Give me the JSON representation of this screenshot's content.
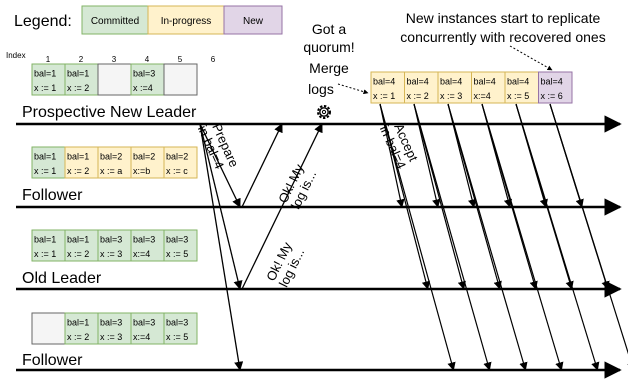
{
  "legend": {
    "title": "Legend:",
    "items": [
      {
        "label": "Committed",
        "fill": "#d5e8d4",
        "stroke": "#82b366"
      },
      {
        "label": "In-progress",
        "fill": "#fff2cc",
        "stroke": "#d6b656"
      },
      {
        "label": "New",
        "fill": "#e1d5e7",
        "stroke": "#9673a6"
      }
    ]
  },
  "index_header": {
    "label": "Index",
    "numbers": [
      "1",
      "2",
      "3",
      "4",
      "5",
      "6"
    ]
  },
  "rows": [
    {
      "label": "Prospective New Leader",
      "cells": [
        {
          "state": "committed",
          "bal": "bal=1",
          "val": "x := 1"
        },
        {
          "state": "committed",
          "bal": "bal=1",
          "val": "x := 2"
        },
        {
          "state": "empty",
          "bal": "",
          "val": ""
        },
        {
          "state": "committed",
          "bal": "bal=3",
          "val": "x :=4"
        },
        {
          "state": "empty",
          "bal": "",
          "val": ""
        }
      ]
    },
    {
      "label": "Follower",
      "cells": [
        {
          "state": "committed",
          "bal": "bal=1",
          "val": "x := 1"
        },
        {
          "state": "inprogress",
          "bal": "bal=1",
          "val": "x := 2"
        },
        {
          "state": "inprogress",
          "bal": "bal=2",
          "val": "x := a"
        },
        {
          "state": "inprogress",
          "bal": "bal=2",
          "val": "x:=b"
        },
        {
          "state": "inprogress",
          "bal": "bal=2",
          "val": "x := c"
        }
      ]
    },
    {
      "label": "Old Leader",
      "cells": [
        {
          "state": "committed",
          "bal": "bal=1",
          "val": "x := 1"
        },
        {
          "state": "committed",
          "bal": "bal=1",
          "val": "x := 2"
        },
        {
          "state": "committed",
          "bal": "bal=3",
          "val": "x := 3"
        },
        {
          "state": "committed",
          "bal": "bal=3",
          "val": "x:=4"
        },
        {
          "state": "committed",
          "bal": "bal=3",
          "val": "x := 5"
        }
      ]
    },
    {
      "label": "Follower",
      "cells": [
        {
          "state": "empty",
          "bal": "",
          "val": ""
        },
        {
          "state": "committed",
          "bal": "bal=1",
          "val": "x := 2"
        },
        {
          "state": "committed",
          "bal": "bal=3",
          "val": "x := 3"
        },
        {
          "state": "committed",
          "bal": "bal=3",
          "val": "x:=4"
        },
        {
          "state": "committed",
          "bal": "bal=3",
          "val": "x := 5"
        }
      ]
    }
  ],
  "new_log": [
    {
      "state": "inprogress",
      "bal": "bal=4",
      "val": "x := 1"
    },
    {
      "state": "inprogress",
      "bal": "bal=4",
      "val": "x := 2"
    },
    {
      "state": "inprogress",
      "bal": "bal=4",
      "val": "x := 3"
    },
    {
      "state": "inprogress",
      "bal": "bal=4",
      "val": "x:=4"
    },
    {
      "state": "inprogress",
      "bal": "bal=4",
      "val": "x := 5"
    },
    {
      "state": "new",
      "bal": "bal=4",
      "val": "x := 6"
    }
  ],
  "messages": {
    "prepare": [
      "Prepare",
      "in bal=4"
    ],
    "reply1": [
      "Ok! My",
      "log is..."
    ],
    "reply2": [
      "Ok! My",
      "log is..."
    ],
    "accept": [
      "Accept",
      "in bal=4"
    ]
  },
  "notes": {
    "quorum": [
      "Got a",
      "quorum!",
      "Merge",
      "logs"
    ],
    "replicate": [
      "New instances start to replicate",
      "concurrently with recovered ones"
    ],
    "gear_icon": "gear-icon"
  },
  "colors": {
    "committed_fill": "#d5e8d4",
    "committed_stroke": "#82b366",
    "inprogress_fill": "#fff2cc",
    "inprogress_stroke": "#d6b656",
    "new_fill": "#e1d5e7",
    "new_stroke": "#9673a6",
    "empty_fill": "#f5f5f5",
    "empty_stroke": "#666666"
  }
}
